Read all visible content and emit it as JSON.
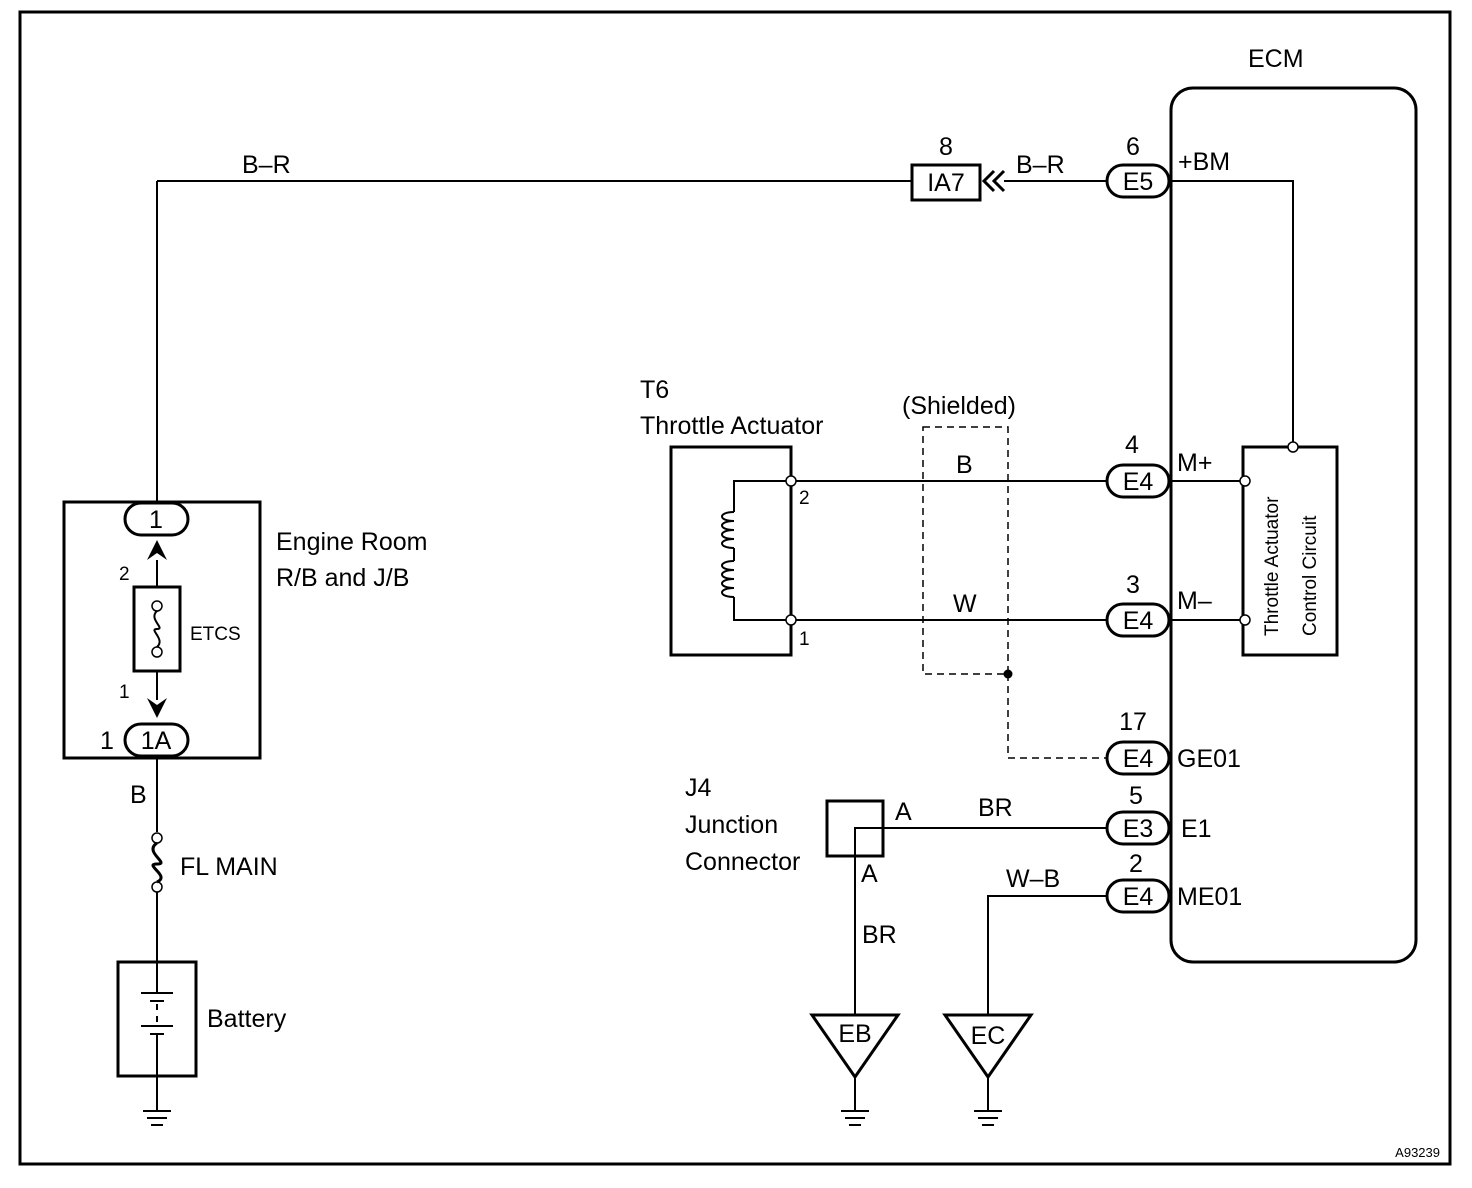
{
  "ecm": {
    "title": "ECM"
  },
  "wires": {
    "br_left": "B–R",
    "br_right": "B–R",
    "m_plus": "B",
    "m_minus": "W",
    "e1": "BR",
    "j4_down": "BR",
    "me01": "W–B",
    "battery_feed": "B"
  },
  "connectors": {
    "ia7": {
      "label": "IA7",
      "pin": "8"
    },
    "e5": {
      "label": "E5",
      "pin": "6",
      "signal": "+BM"
    },
    "e4_mplus": {
      "label": "E4",
      "pin": "4",
      "signal": "M+"
    },
    "e4_mminus": {
      "label": "E4",
      "pin": "3",
      "signal": "M–"
    },
    "e4_ge01": {
      "label": "E4",
      "pin": "17",
      "signal": "GE01"
    },
    "e3_e1": {
      "label": "E3",
      "pin": "5",
      "signal": "E1"
    },
    "e4_me01": {
      "label": "E4",
      "pin": "2",
      "signal": "ME01"
    }
  },
  "throttle_actuator": {
    "code": "T6",
    "name": "Throttle Actuator",
    "pin_top": "2",
    "pin_bottom": "1"
  },
  "shield": {
    "label": "(Shielded)"
  },
  "control_circuit": {
    "line1": "Throttle Actuator",
    "line2": "Control Circuit"
  },
  "junction": {
    "code": "J4",
    "line1": "Junction",
    "line2": "Connector",
    "pin_a_top": "A",
    "pin_a_bottom": "A"
  },
  "relay_block": {
    "line1": "Engine Room",
    "line2": "R/B and J/B",
    "conn_top": "1",
    "conn_bottom": "1A",
    "pin_2": "2",
    "pin_1": "1",
    "pin_1_outer": "1",
    "fuse": "ETCS"
  },
  "fl_main": "FL MAIN",
  "battery": "Battery",
  "grounds": {
    "eb": "EB",
    "ec": "EC"
  },
  "figure_id": "A93239"
}
